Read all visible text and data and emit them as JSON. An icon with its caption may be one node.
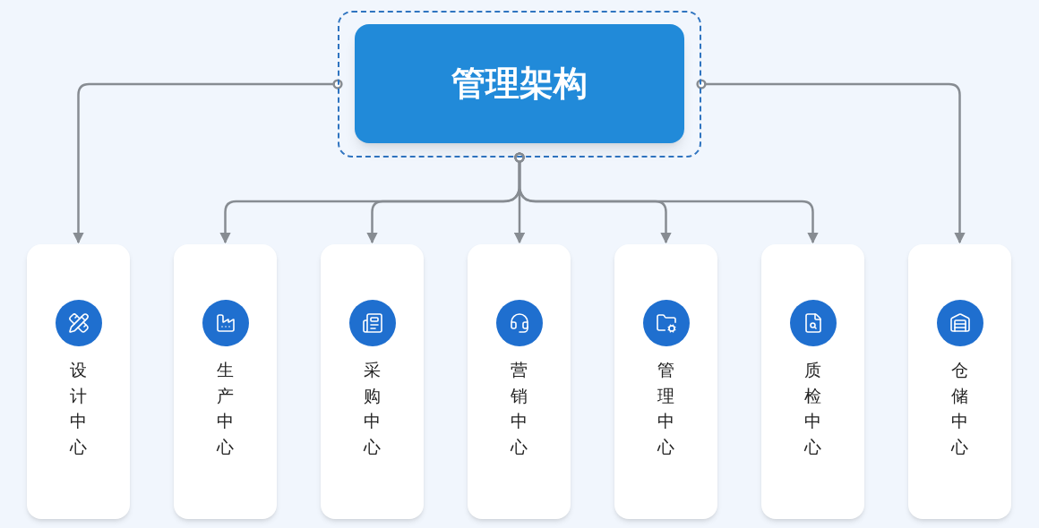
{
  "diagram": {
    "nodes": [
      {
        "text": [],
        "shape": "box"
      },
      {
        "text": [
          "管理架构"
        ],
        "in": 0
      },
      {
        "text": [
          "设计中心"
        ]
      },
      {
        "text": [
          "生产中心"
        ]
      },
      {
        "text": [
          "采购中心"
        ]
      },
      {
        "text": [
          "营销中心"
        ]
      },
      {
        "text": [
          "管理中心"
        ]
      },
      {
        "text": [
          "质检中心"
        ]
      },
      {
        "text": [
          "仓储中心"
        ]
      }
    ],
    "edges": [
      {
        "from": 0,
        "to": 2,
        "arrow": "to"
      },
      {
        "from": 0,
        "to": 3,
        "arrow": "to"
      },
      {
        "from": 0,
        "to": 4,
        "arrow": "to"
      },
      {
        "from": 0,
        "to": 5,
        "arrow": "to"
      },
      {
        "from": 0,
        "to": 6,
        "arrow": "to"
      },
      {
        "from": 0,
        "to": 7,
        "arrow": "to"
      },
      {
        "from": 0,
        "to": 8,
        "arrow": "to"
      }
    ]
  }
}
